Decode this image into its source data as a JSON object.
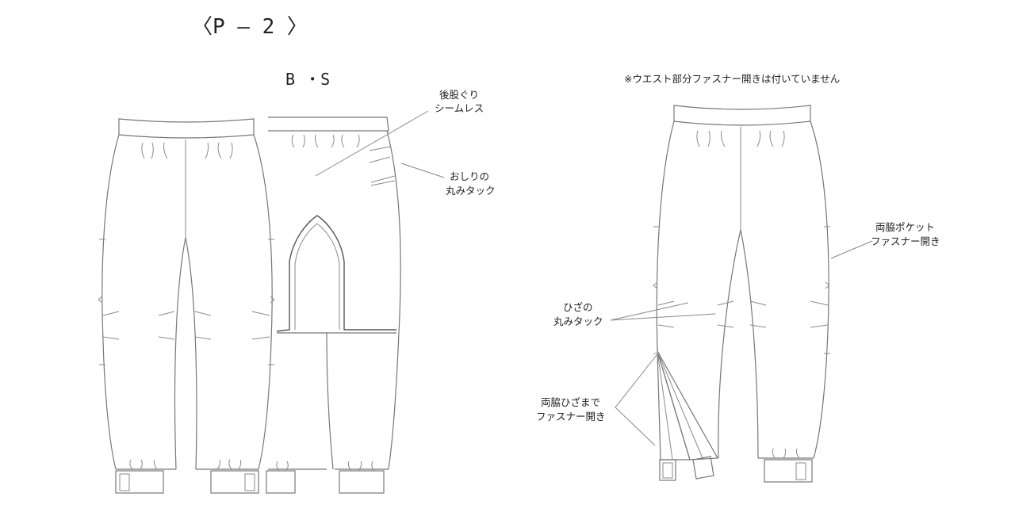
{
  "page_title": "〈P – 2 〉",
  "style_code": "B ・S",
  "note": "※ウエスト部分ファスナー開きは付いていません",
  "callouts": {
    "rear_crotch": [
      "後股ぐり",
      "シームレス"
    ],
    "hip_tuck": [
      "おしりの",
      "丸みタック"
    ],
    "knee_tuck": [
      "ひざの",
      "丸みタック"
    ],
    "side_pocket_zip": [
      "両脇ポケット",
      "ファスナー開き"
    ],
    "side_knee_zip": [
      "両脇ひざまで",
      "ファスナー開き"
    ]
  }
}
